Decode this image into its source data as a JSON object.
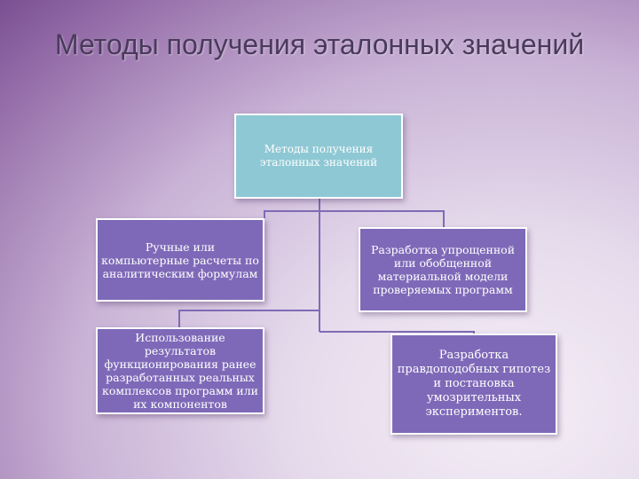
{
  "slide": {
    "title": "Методы получения эталонных значений"
  },
  "diagram": {
    "root": "Методы получения эталонных значений",
    "nodes": [
      "Ручные или компьютерные расчеты по аналитическим формулам",
      "Использование результатов функционирования ранее разработанных реальных комплексов программ или их компонентов",
      "Разработка упрощенной или обобщенной материальной модели проверяемых программ",
      "Разработка правдоподобных гипотез и постановка умозрительных экспериментов."
    ]
  }
}
